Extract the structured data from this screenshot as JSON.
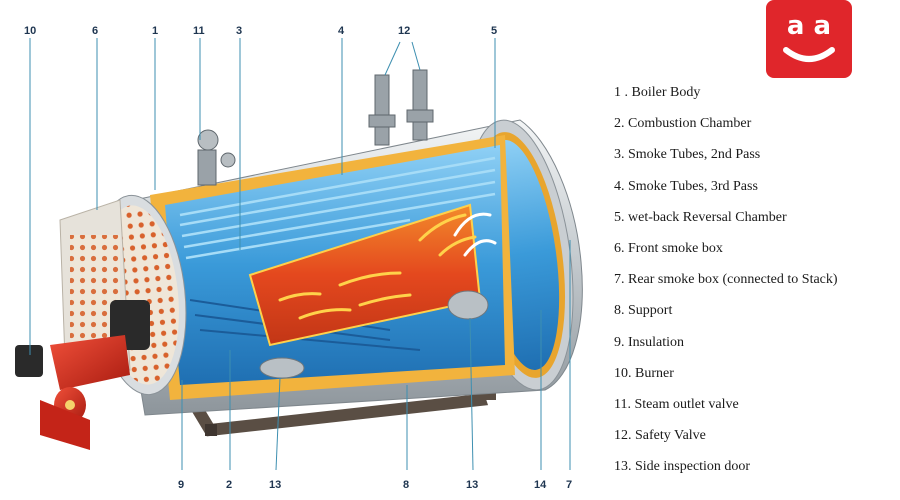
{
  "callouts": [
    {
      "id": "c10",
      "label": "10"
    },
    {
      "id": "c6",
      "label": "6"
    },
    {
      "id": "c1",
      "label": "1"
    },
    {
      "id": "c11",
      "label": "11"
    },
    {
      "id": "c3",
      "label": "3"
    },
    {
      "id": "c4",
      "label": "4"
    },
    {
      "id": "c12",
      "label": "12"
    },
    {
      "id": "c5",
      "label": "5"
    },
    {
      "id": "c9",
      "label": "9"
    },
    {
      "id": "c2",
      "label": "2"
    },
    {
      "id": "c13a",
      "label": "13"
    },
    {
      "id": "c8",
      "label": "8"
    },
    {
      "id": "c13b",
      "label": "13"
    },
    {
      "id": "c14",
      "label": "14"
    },
    {
      "id": "c7",
      "label": "7"
    }
  ],
  "legend": [
    "1 . Boiler Body",
    "2.  Combustion Chamber",
    "3.  Smoke Tubes, 2nd Pass",
    "4.  Smoke Tubes, 3rd Pass",
    "5. wet-back Reversal Chamber",
    "6. Front smoke box",
    "7. Rear smoke box (connected to Stack)",
    "8. Support",
    "9. Insulation",
    "10. Burner",
    "11. Steam outlet valve",
    "12. Safety Valve",
    "13. Side inspection door"
  ],
  "logo": {
    "text": "a a",
    "color": "#e0262b"
  },
  "colors": {
    "shell": "#d9dde0",
    "insulation": "#f2b33d",
    "water": "#3a9ad9",
    "flame": "#e4481e",
    "burner": "#d42c1c",
    "callout_line": "#3d8fb0"
  }
}
